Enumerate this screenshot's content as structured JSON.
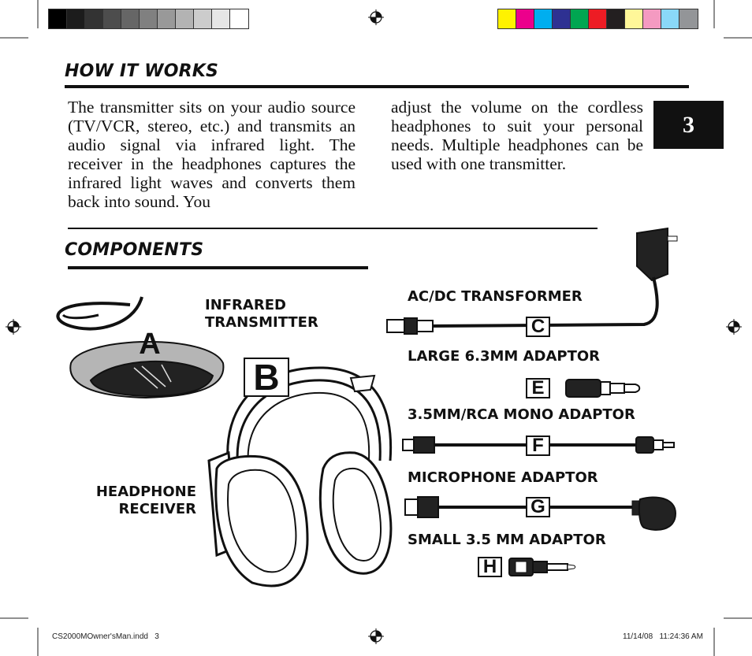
{
  "colors": {
    "grayscale": [
      "#000000",
      "#1c1c1c",
      "#333333",
      "#4d4d4d",
      "#666666",
      "#808080",
      "#999999",
      "#b3b3b3",
      "#cccccc",
      "#e6e6e6",
      "#ffffff"
    ],
    "process": [
      "#fff200",
      "#ec008c",
      "#00aeef",
      "#2e3192",
      "#00a651",
      "#ed1c24",
      "#231f20",
      "#fff799",
      "#f49ac1",
      "#8ad8f8",
      "#939598"
    ]
  },
  "page_number": "3",
  "sections": {
    "how_it_works": {
      "title": "HOW IT WORKS",
      "col1": "The transmitter sits on your audio source (TV/VCR, stereo, etc.) and transmits an audio signal via infrared light. The receiver in the headphones captures the infrared light waves and converts them back into sound. You",
      "col2": "adjust the volume on the cordless headphones to suit your personal needs. Multiple headphones can be used with one transmitter."
    },
    "components": {
      "title": "COMPONENTS",
      "infrared_transmitter": [
        "INFRARED",
        "TRANSMITTER"
      ],
      "headphone_receiver": [
        "HEADPHONE",
        "RECEIVER"
      ],
      "ac_dc": "AC/DC TRANSFORMER",
      "large_adaptor": "LARGE 6.3MM ADAPTOR",
      "mono_adaptor": "3.5MM/RCA MONO ADAPTOR",
      "mic_adaptor": "MICROPHONE ADAPTOR",
      "small_adaptor": "SMALL 3.5 MM ADAPTOR",
      "letters": {
        "a": "A",
        "b": "B",
        "c": "C",
        "e": "E",
        "f": "F",
        "g": "G",
        "h": "H"
      }
    }
  },
  "footer": {
    "file": "CS2000MOwner'sMan.indd   3",
    "timestamp": "11/14/08   11:24:36 AM"
  }
}
